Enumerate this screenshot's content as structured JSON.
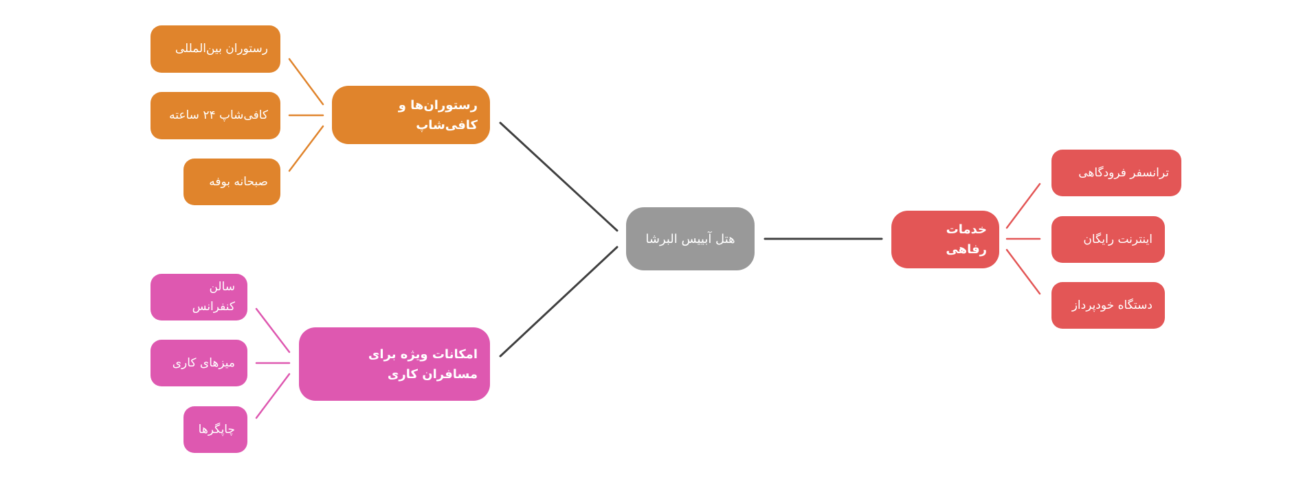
{
  "colors": {
    "connector_center": "#404040",
    "center_node": "#999999",
    "restaurants": "#E0842C",
    "business": "#DE58B0",
    "welfare": "#E35656",
    "text": "#ffffff"
  },
  "mindmap": {
    "center": {
      "label": "هتل آبییس البرشا"
    },
    "branches": [
      {
        "label": "رستوران‌ها و کافی‌شاپ",
        "color_key": "restaurants",
        "children": [
          {
            "label": "رستوران بین‌المللی"
          },
          {
            "label": "کافی‌شاپ ۲۴ ساعته"
          },
          {
            "label": "صبحانه بوفه"
          }
        ]
      },
      {
        "label": "امکانات ویژه برای مسافران کاری",
        "color_key": "business",
        "children": [
          {
            "label": "سالن کنفرانس"
          },
          {
            "label": "میزهای کاری"
          },
          {
            "label": "چاپگرها"
          }
        ]
      },
      {
        "label": "خدمات رفاهی",
        "color_key": "welfare",
        "children": [
          {
            "label": "ترانسفر فرودگاهی"
          },
          {
            "label": "اینترنت رایگان"
          },
          {
            "label": "دستگاه خودپرداز"
          }
        ]
      }
    ]
  }
}
